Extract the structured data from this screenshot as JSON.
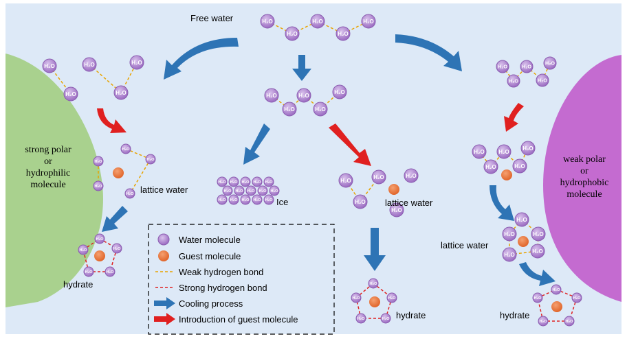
{
  "labels": {
    "free_water": "Free water",
    "lattice_water_left": "lattice water",
    "lattice_water_mid": "lattice water",
    "lattice_water_right": "lattice water",
    "ice": "Ice",
    "hydrate_left": "hydrate",
    "hydrate_mid": "hydrate",
    "hydrate_right": "hydrate",
    "molecule_text": "H₂O"
  },
  "left_region": {
    "line1": "strong polar",
    "line2": "or",
    "line3": "hydrophilic",
    "line4": "molecule",
    "color": "#a9d18e"
  },
  "right_region": {
    "line1": "weak polar",
    "line2": "or",
    "line3": "hydrophobic",
    "line4": "molecule",
    "color": "#c46bd0"
  },
  "legend": {
    "water_molecule": "Water molecule",
    "guest_molecule": "Guest molecule",
    "weak_bond": "Weak hydrogen bond",
    "strong_bond": "Strong hydrogen bond",
    "cooling": "Cooling process",
    "introduction": "Introduction of guest molecule"
  },
  "colors": {
    "background": "#dde9f7",
    "water": "#a77bc9",
    "guest": "#ed7d45",
    "weak_bond": "#e8a400",
    "strong_bond": "#e02020",
    "cooling_arrow": "#2e74b5",
    "guest_arrow": "#e02020"
  }
}
